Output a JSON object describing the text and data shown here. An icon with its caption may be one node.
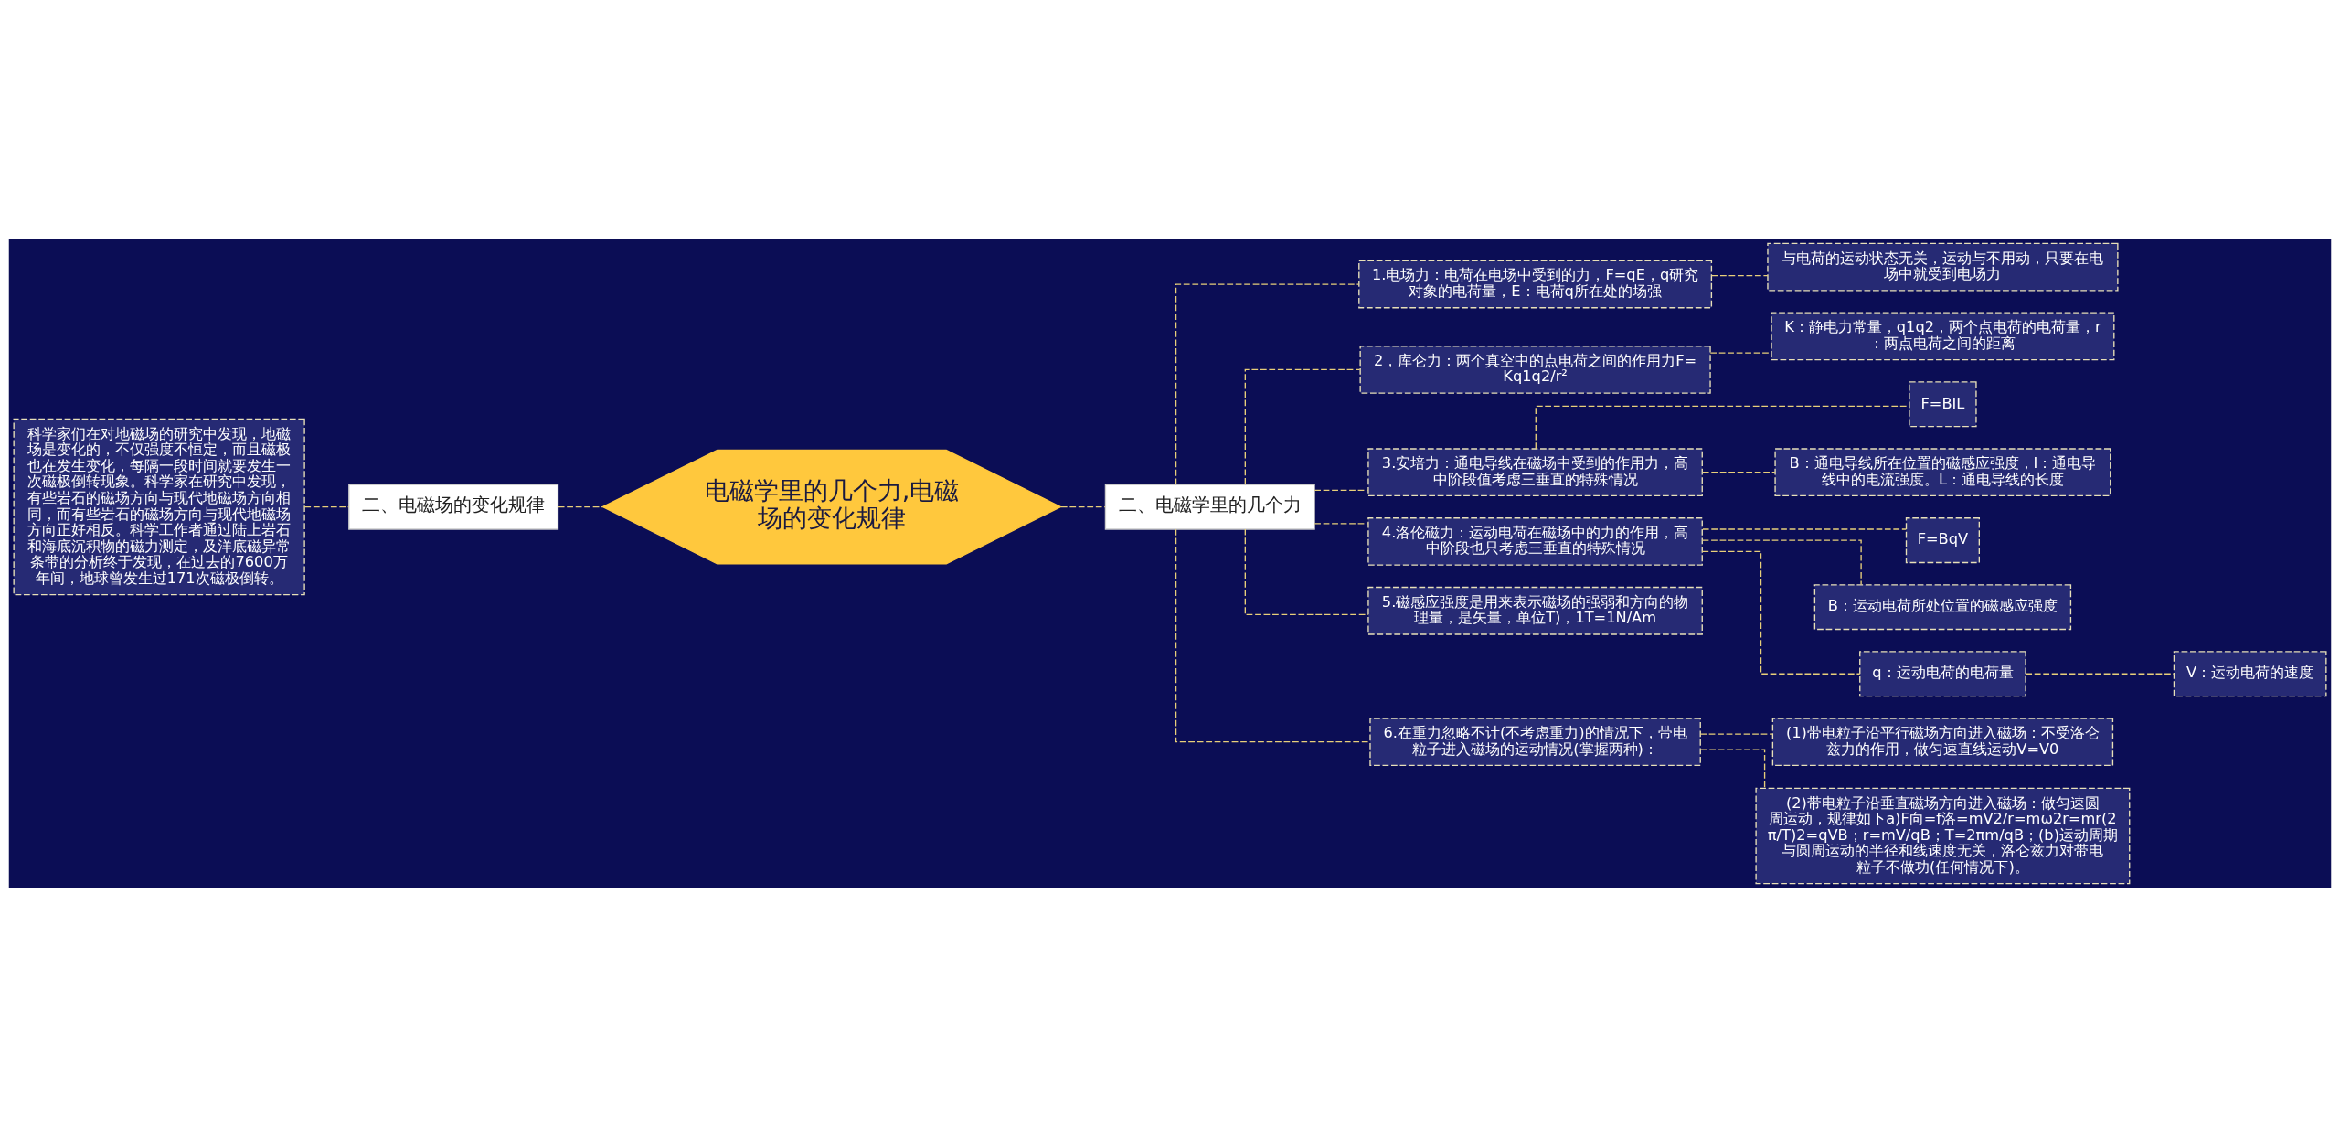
{
  "diagram": {
    "nodes": [
      {
        "text": [
          "电磁学里的几个力,电磁场的变化规律"
        ]
      },
      {
        "text": [
          "二、电磁场的变化规律"
        ]
      },
      {
        "text": [
          "科学家们在对地磁场的研究中发现，地磁场是变化的，不仅强度不恒定，而且磁极也在发生变化，每隔一段时间就要发生一次磁极倒转现象。科学家在研究中发现，有些岩石的磁场方向与现代地磁场方向相同，而有些岩石的磁场方向与现代地磁场方向正好相反。科学工作者通过陆上岩石和海底沉积物的磁力测定，及洋底磁异常条带的分析终于发现，在过去的7600万年间，地球曾发生过171次磁极倒转。"
        ]
      },
      {
        "text": [
          "二、电磁学里的几个力"
        ]
      },
      {
        "text": [
          "1.电场力：电荷在电场中受到的力，F=qE，q研究对象的电荷量，E：电荷q所在处的场强"
        ]
      },
      {
        "text": [
          "与电荷的运动状态无关，运动与不用动，只要在电场中就受到电场力"
        ]
      },
      {
        "text": [
          "2，库仑力：两个真空中的点电荷之间的作用力F=Kq1q2/r²"
        ]
      },
      {
        "text": [
          "K：静电力常量，q1q2，两个点电荷的电荷量，r：两点电荷之间的距离"
        ]
      },
      {
        "text": [
          "3.安培力：通电导线在磁场中受到的作用力，高中阶段值考虑三垂直的特殊情况"
        ]
      },
      {
        "text": [
          "F=BIL"
        ]
      },
      {
        "text": [
          "B：通电导线所在位置的磁感应强度，I：通电导线中的电流强度。L：通电导线的长度"
        ]
      },
      {
        "text": [
          "4.洛伦磁力：运动电荷在磁场中的力的作用，高中阶段也只考虑三垂直的特殊情况"
        ]
      },
      {
        "text": [
          "F=BqV"
        ]
      },
      {
        "text": [
          "B：运动电荷所处位置的磁感应强度"
        ]
      },
      {
        "text": [
          "q：运动电荷的电荷量"
        ]
      },
      {
        "text": [
          "V：运动电荷的速度"
        ]
      },
      {
        "text": [
          "5.磁感应强度是用来表示磁场的强弱和方向的物理量，是矢量，单位T)，1T=1N/Am"
        ]
      },
      {
        "text": [
          "6.在重力忽略不计(不考虑重力)的情况下，带电粒子进入磁场的运动情况(掌握两种)："
        ]
      },
      {
        "text": [
          "(1)带电粒子沿平行磁场方向进入磁场：不受洛仑兹力的作用，做匀速直线运动V=V0"
        ]
      },
      {
        "text": [
          "(2)带电粒子沿垂直磁场方向进入磁场：做匀速圆周运动，规律如下a)F向=f洛=mV2/r=mω2r=mr(2π/T)2=qVB；r=mV/qB；T=2πm/qB；(b)运动周期与圆周运动的半径和线速度无关，洛仑兹力对带电粒子不做功(任何情况下)。"
        ]
      }
    ],
    "edges": [
      {
        "from": 2,
        "to": 1,
        "arrow": "none",
        "style": "dashed"
      },
      {
        "from": 1,
        "to": 0,
        "arrow": "none",
        "style": "dashed"
      },
      {
        "from": 0,
        "to": 3,
        "arrow": "none",
        "style": "dashed"
      },
      {
        "from": 3,
        "to": 4,
        "arrow": "none",
        "style": "dashed"
      },
      {
        "from": 4,
        "to": 5,
        "arrow": "none",
        "style": "dashed"
      },
      {
        "from": 3,
        "to": 6,
        "arrow": "none",
        "style": "dashed"
      },
      {
        "from": 6,
        "to": 7,
        "arrow": "none",
        "style": "dashed"
      },
      {
        "from": 3,
        "to": 8,
        "arrow": "none",
        "style": "dashed"
      },
      {
        "from": 8,
        "to": 9,
        "arrow": "none",
        "style": "dashed"
      },
      {
        "from": 8,
        "to": 10,
        "arrow": "none",
        "style": "dashed"
      },
      {
        "from": 3,
        "to": 11,
        "arrow": "none",
        "style": "dashed"
      },
      {
        "from": 11,
        "to": 12,
        "arrow": "none",
        "style": "dashed"
      },
      {
        "from": 11,
        "to": 13,
        "arrow": "none",
        "style": "dashed"
      },
      {
        "from": 11,
        "to": 14,
        "arrow": "none",
        "style": "dashed"
      },
      {
        "from": 14,
        "to": 15,
        "arrow": "none",
        "style": "dashed"
      },
      {
        "from": 3,
        "to": 16,
        "arrow": "none",
        "style": "dashed"
      },
      {
        "from": 3,
        "to": 17,
        "arrow": "none",
        "style": "dashed"
      },
      {
        "from": 17,
        "to": 18,
        "arrow": "none",
        "style": "dashed"
      },
      {
        "from": 17,
        "to": 19,
        "arrow": "none",
        "style": "dashed"
      }
    ]
  }
}
